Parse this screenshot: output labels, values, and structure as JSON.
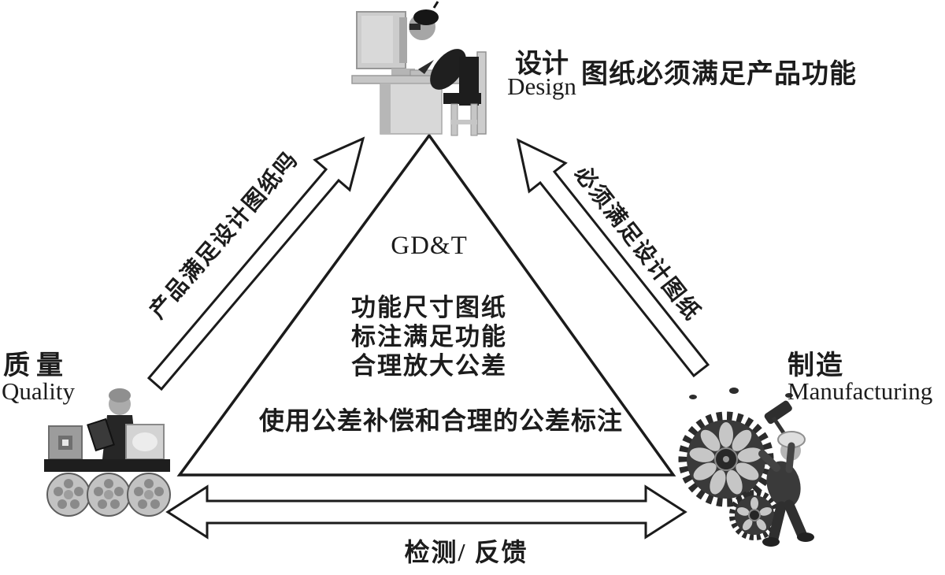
{
  "diagram": {
    "center": {
      "title": "GD&T",
      "principle_lines": [
        "功能尺寸图纸",
        "标注满足功能",
        "合理放大公差"
      ],
      "bottom_note": "使用公差补偿和合理的公差标注"
    },
    "nodes": {
      "design": {
        "zh": "设计",
        "en": "Design",
        "note": "图纸必须满足产品功能"
      },
      "quality": {
        "zh": "质量",
        "en": "Quality"
      },
      "manufacturing": {
        "zh": "制造",
        "en": "Manufacturing"
      }
    },
    "arrows": {
      "quality_to_design": "产品满足设计图纸吗",
      "manufacturing_to_design": "必须满足设计图纸",
      "inspection_feedback": "检测/ 反馈"
    },
    "colors": {
      "ink": "#1c1c1c",
      "paper": "#ffffff"
    }
  }
}
